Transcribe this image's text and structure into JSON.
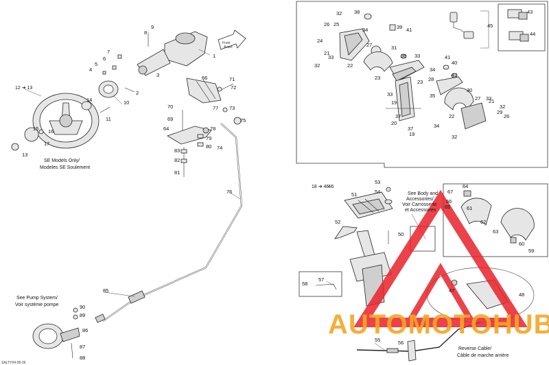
{
  "notes": {
    "se_models": [
      "SE Models Only/",
      "Modeles SE Soulement"
    ],
    "pump_system": [
      "See Pump System/",
      "Voir système pompe"
    ],
    "body_access": [
      "See Body and",
      "Accessories/",
      "Voir Carrosserie",
      "et Accessoires"
    ],
    "reverse_cable": [
      "Reverse Cable/",
      "Câble de marche arrière"
    ],
    "front_arrow": [
      "Front",
      "Avant"
    ],
    "refs": [
      "12 ➔ 13",
      "18 ➔ 46"
    ],
    "drawing_code": "SALTY04-05-36"
  },
  "watermark": {
    "text": "AUTOMOTOHUB",
    "color_primary": "#f5a623",
    "color_secondary": "#e8232a"
  },
  "labels": {
    "main": [
      {
        "id": "1",
        "t": "1"
      },
      {
        "id": "2",
        "t": "2"
      },
      {
        "id": "3",
        "t": "3"
      },
      {
        "id": "4",
        "t": "4"
      },
      {
        "id": "5",
        "t": "5"
      },
      {
        "id": "6",
        "t": "6"
      },
      {
        "id": "7",
        "t": "7"
      },
      {
        "id": "8",
        "t": "8"
      },
      {
        "id": "9",
        "t": "9"
      },
      {
        "id": "10",
        "t": "10"
      },
      {
        "id": "11",
        "t": "11"
      },
      {
        "id": "13",
        "t": "13"
      },
      {
        "id": "14",
        "t": "14"
      },
      {
        "id": "15",
        "t": "15"
      },
      {
        "id": "16",
        "t": "16"
      },
      {
        "id": "17",
        "t": "17"
      },
      {
        "id": "64",
        "t": "64"
      },
      {
        "id": "66",
        "t": "66"
      },
      {
        "id": "69",
        "t": "69"
      },
      {
        "id": "70",
        "t": "70"
      },
      {
        "id": "71",
        "t": "71"
      },
      {
        "id": "72",
        "t": "72"
      },
      {
        "id": "73",
        "t": "73"
      },
      {
        "id": "74",
        "t": "74"
      },
      {
        "id": "75",
        "t": "75"
      },
      {
        "id": "76",
        "t": "76"
      },
      {
        "id": "77",
        "t": "77"
      },
      {
        "id": "78",
        "t": "78"
      },
      {
        "id": "79",
        "t": "79"
      },
      {
        "id": "80",
        "t": "80"
      },
      {
        "id": "81",
        "t": "81"
      },
      {
        "id": "82",
        "t": "82"
      },
      {
        "id": "83",
        "t": "83"
      },
      {
        "id": "85",
        "t": "85"
      },
      {
        "id": "86",
        "t": "86"
      },
      {
        "id": "87",
        "t": "87"
      },
      {
        "id": "88",
        "t": "88"
      },
      {
        "id": "89",
        "t": "89"
      },
      {
        "id": "90",
        "t": "90"
      }
    ],
    "box": [
      {
        "id": "b19a",
        "t": "19"
      },
      {
        "id": "b19b",
        "t": "19"
      },
      {
        "id": "b20",
        "t": "20"
      },
      {
        "id": "b21a",
        "t": "21"
      },
      {
        "id": "b21b",
        "t": "21"
      },
      {
        "id": "b22a",
        "t": "22"
      },
      {
        "id": "b22b",
        "t": "22"
      },
      {
        "id": "b23a",
        "t": "23"
      },
      {
        "id": "b23b",
        "t": "23"
      },
      {
        "id": "b24",
        "t": "24"
      },
      {
        "id": "b25",
        "t": "25"
      },
      {
        "id": "b26a",
        "t": "26"
      },
      {
        "id": "b26b",
        "t": "26"
      },
      {
        "id": "b27a",
        "t": "27"
      },
      {
        "id": "b27b",
        "t": "27"
      },
      {
        "id": "b28",
        "t": "28"
      },
      {
        "id": "b29",
        "t": "29"
      },
      {
        "id": "b30",
        "t": "30"
      },
      {
        "id": "b31",
        "t": "31"
      },
      {
        "id": "b32a",
        "t": "32"
      },
      {
        "id": "b32b",
        "t": "32"
      },
      {
        "id": "b32c",
        "t": "32"
      },
      {
        "id": "b32d",
        "t": "32"
      },
      {
        "id": "b33a",
        "t": "33"
      },
      {
        "id": "b33b",
        "t": "33"
      },
      {
        "id": "b33c",
        "t": "33"
      },
      {
        "id": "b33d",
        "t": "33"
      },
      {
        "id": "b34a",
        "t": "34"
      },
      {
        "id": "b34b",
        "t": "34"
      },
      {
        "id": "b34c",
        "t": "34"
      },
      {
        "id": "b35",
        "t": "35"
      },
      {
        "id": "b36",
        "t": "36"
      },
      {
        "id": "b37a",
        "t": "37"
      },
      {
        "id": "b37b",
        "t": "37"
      },
      {
        "id": "b38",
        "t": "38"
      },
      {
        "id": "b39",
        "t": "39"
      },
      {
        "id": "b40",
        "t": "40"
      },
      {
        "id": "b41a",
        "t": "41"
      },
      {
        "id": "b41b",
        "t": "41"
      },
      {
        "id": "b42",
        "t": "42"
      },
      {
        "id": "b43",
        "t": "43"
      },
      {
        "id": "b44",
        "t": "44"
      },
      {
        "id": "b45",
        "t": "45"
      },
      {
        "id": "b46",
        "t": "46"
      }
    ],
    "lower": [
      {
        "id": "l47",
        "t": "47"
      },
      {
        "id": "l48",
        "t": "48"
      },
      {
        "id": "l50",
        "t": "50"
      },
      {
        "id": "l51",
        "t": "51"
      },
      {
        "id": "l52",
        "t": "52"
      },
      {
        "id": "l53",
        "t": "53"
      },
      {
        "id": "l54",
        "t": "54"
      },
      {
        "id": "l55",
        "t": "55"
      },
      {
        "id": "l56",
        "t": "56"
      },
      {
        "id": "l57",
        "t": "57"
      },
      {
        "id": "l58",
        "t": "58"
      },
      {
        "id": "l59",
        "t": "59"
      },
      {
        "id": "l60",
        "t": "60"
      },
      {
        "id": "l61",
        "t": "61"
      },
      {
        "id": "l62",
        "t": "62"
      },
      {
        "id": "l63",
        "t": "63"
      },
      {
        "id": "l64",
        "t": "64"
      },
      {
        "id": "l65",
        "t": "65"
      },
      {
        "id": "l66",
        "t": "66"
      },
      {
        "id": "l67",
        "t": "67"
      }
    ]
  }
}
